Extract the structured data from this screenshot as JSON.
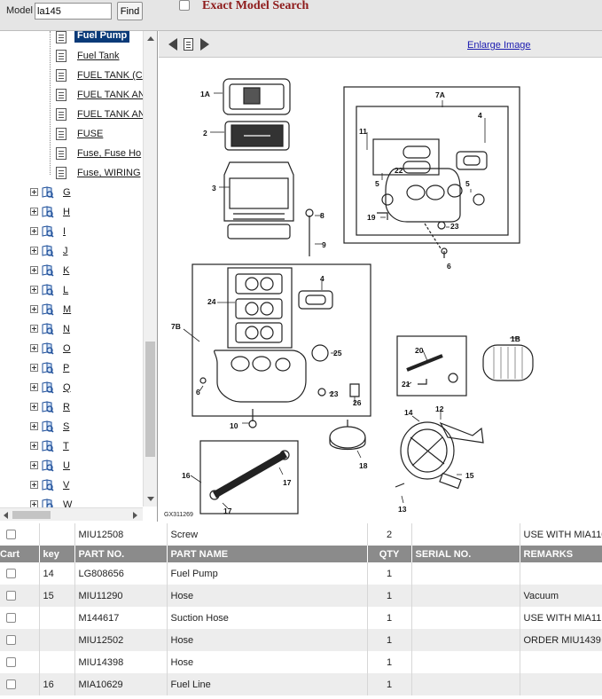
{
  "search": {
    "model_label": "Model",
    "model_value": "la145",
    "find_label": "Find",
    "exact_label": "Exact Model Search"
  },
  "tree": {
    "children": [
      {
        "label": "Fuel Pump",
        "selected": true
      },
      {
        "label": "Fuel Tank"
      },
      {
        "label": "FUEL TANK (C"
      },
      {
        "label": "FUEL TANK AN"
      },
      {
        "label": "FUEL TANK AN"
      },
      {
        "label": "FUSE"
      },
      {
        "label": "Fuse, Fuse Ho"
      },
      {
        "label": "Fuse, WIRING"
      }
    ],
    "letters": [
      "G",
      "H",
      "I",
      "J",
      "K",
      "L",
      "M",
      "N",
      "O",
      "P",
      "Q",
      "R",
      "S",
      "T",
      "U",
      "V",
      "W"
    ]
  },
  "image_panel": {
    "enlarge_label": "Enlarge Image",
    "figure_id": "GX311269",
    "callouts": [
      "1A",
      "2",
      "3",
      "7A",
      "4",
      "11",
      "22",
      "5",
      "5",
      "19",
      "23",
      "6",
      "8",
      "9",
      "4",
      "24",
      "7B",
      "25",
      "6",
      "23",
      "26",
      "20",
      "1B",
      "21",
      "10",
      "14",
      "12",
      "18",
      "16",
      "17",
      "17",
      "15",
      "13"
    ]
  },
  "table": {
    "headers": [
      "Cart",
      "key",
      "PART NO.",
      "PART NAME",
      "QTY",
      "SERIAL NO.",
      "REMARKS"
    ],
    "top_row": {
      "key": "",
      "part_no": "MIU12508",
      "part_name": "Screw",
      "qty": "2",
      "serial": "",
      "remarks": "USE WITH MIA110"
    },
    "rows": [
      {
        "key": "14",
        "part_no": "LG808656",
        "part_name": "Fuel Pump",
        "qty": "1",
        "serial": "",
        "remarks": ""
      },
      {
        "key": "15",
        "part_no": "MIU11290",
        "part_name": "Hose",
        "qty": "1",
        "serial": "",
        "remarks": "Vacuum"
      },
      {
        "key": "",
        "part_no": "M144617",
        "part_name": "Suction Hose",
        "qty": "1",
        "serial": "",
        "remarks": "USE WITH MIA11"
      },
      {
        "key": "",
        "part_no": "MIU12502",
        "part_name": "Hose",
        "qty": "1",
        "serial": "",
        "remarks": "ORDER MIU1439"
      },
      {
        "key": "",
        "part_no": "MIU14398",
        "part_name": "Hose",
        "qty": "1",
        "serial": "",
        "remarks": ""
      },
      {
        "key": "16",
        "part_no": "MIA10629",
        "part_name": "Fuel Line",
        "qty": "1",
        "serial": "",
        "remarks": ""
      }
    ]
  },
  "colors": {
    "selected_bg": "#0a3a78",
    "header_bg": "#8b8b8b",
    "title_red": "#8e1b1b",
    "link_blue": "#1a1ab0"
  }
}
